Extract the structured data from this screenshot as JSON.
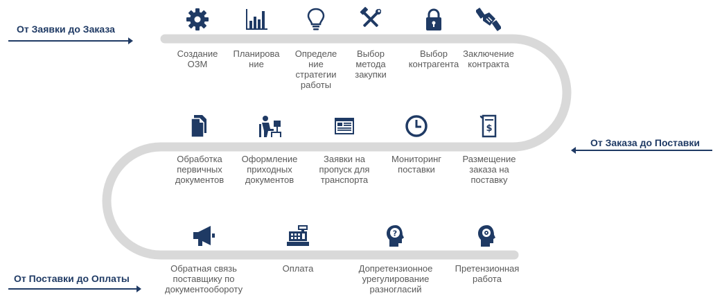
{
  "stages": [
    {
      "title": "От Заявки до Заказа"
    },
    {
      "title": "От Заказа до Поставки"
    },
    {
      "title": "От Поставки до Оплаты"
    }
  ],
  "rows": [
    {
      "steps": [
        {
          "label": "Создание\nОЗМ",
          "icon": "gear-icon"
        },
        {
          "label": "Планирова\nние",
          "icon": "bar-chart-icon"
        },
        {
          "label": "Определе\nние\nстратегии\nработы",
          "icon": "lightbulb-icon"
        },
        {
          "label": "Выбор\nметода\nзакупки",
          "icon": "tools-icon"
        },
        {
          "label": "Выбор\nконтрагента",
          "icon": "lock-icon"
        },
        {
          "label": "Заключение\nконтракта",
          "icon": "handshake-icon"
        }
      ]
    },
    {
      "steps": [
        {
          "label": "Обработка\nпервичных\nдокументов",
          "icon": "documents-icon"
        },
        {
          "label": "Оформление\nприходных\nдокументов",
          "icon": "office-worker-icon"
        },
        {
          "label": "Заявки на\nпропуск для\nтранспорта",
          "icon": "browser-window-icon"
        },
        {
          "label": "Мониторинг\nпоставки",
          "icon": "clock-icon"
        },
        {
          "label": "Размещение\nзаказа на\nпоставку",
          "icon": "invoice-icon"
        }
      ]
    },
    {
      "steps": [
        {
          "label": "Обратная связь\nпоставщику по\nдокументообороту",
          "icon": "megaphone-icon"
        },
        {
          "label": "Оплата",
          "icon": "cash-register-icon"
        },
        {
          "label": "Допретензионное\nурегулирование\nразногласий",
          "icon": "head-question-icon"
        },
        {
          "label": "Претензионная\nработа",
          "icon": "head-gear-icon"
        }
      ]
    }
  ],
  "colors": {
    "icon": "#1f3a64",
    "path": "#d9d9d9",
    "text": "#595959",
    "title": "#1f3a64"
  }
}
